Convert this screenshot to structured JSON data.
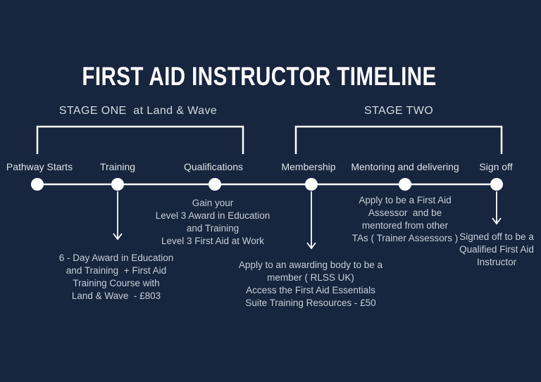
{
  "title": "FIRST AID INSTRUCTOR TIMELINE",
  "stages": [
    {
      "label": "STAGE ONE  at Land & Wave"
    },
    {
      "label": "STAGE TWO"
    }
  ],
  "nodes": [
    {
      "label": "Pathway Starts"
    },
    {
      "label": "Training",
      "description": "6 - Day Award in Education\nand Training  + First Aid\nTraining Course with\nLand & Wave  - £803"
    },
    {
      "label": "Qualifications",
      "description": "Gain your\nLevel 3 Award in Education\nand Training\nLevel 3 First Aid at Work"
    },
    {
      "label": "Membership",
      "description": "Apply to an awarding body to be a\nmember ( RLSS UK)\nAccess the First Aid Essentials\nSuite Training Resources - £50"
    },
    {
      "label": "Mentoring and delivering",
      "description": "Apply to be a First Aid\nAssessor  and be\nmentored from other\nTAs ( Trainer Assessors )"
    },
    {
      "label": "Sign off",
      "description": "Signed off to be a\nQualified First Aid\nInstructor"
    }
  ],
  "colors": {
    "background": "#17253e",
    "title_text": "#ffffff",
    "stage_text": "#d3d9e1",
    "node_label_text": "#dde2ea",
    "description_text": "#c7ced9",
    "line": "#ffffff"
  }
}
